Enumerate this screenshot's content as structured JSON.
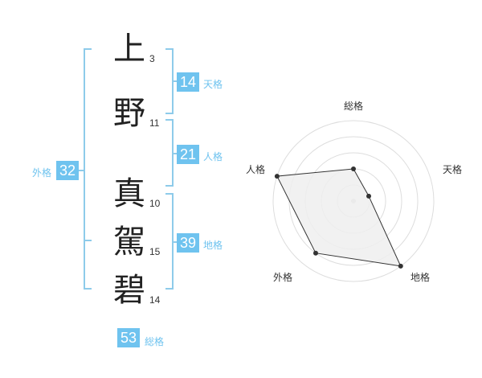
{
  "name": {
    "characters": [
      {
        "char": "上",
        "strokes": "3"
      },
      {
        "char": "野",
        "strokes": "11"
      },
      {
        "char": "真",
        "strokes": "10"
      },
      {
        "char": "駕",
        "strokes": "15"
      },
      {
        "char": "碧",
        "strokes": "14"
      }
    ]
  },
  "fortunes": {
    "tenkaku": {
      "value": "14",
      "label": "天格"
    },
    "jinkaku": {
      "value": "21",
      "label": "人格"
    },
    "chikaku": {
      "value": "39",
      "label": "地格"
    },
    "gaikaku": {
      "value": "32",
      "label": "外格"
    },
    "soukaku": {
      "value": "53",
      "label": "総格"
    }
  },
  "chart_data": {
    "type": "radar",
    "axes": [
      "総格",
      "天格",
      "地格",
      "外格",
      "人格"
    ],
    "values": [
      2,
      1,
      5,
      4,
      5
    ],
    "max": 5,
    "rings": 5,
    "colors": {
      "fill": "#eeeeee",
      "stroke": "#333333",
      "grid": "#dddddd",
      "point": "#333333"
    }
  },
  "colors": {
    "accent": "#6fc3ef",
    "bracket": "#8ecbea",
    "text": "#222222"
  }
}
